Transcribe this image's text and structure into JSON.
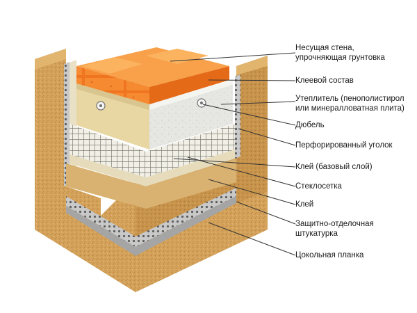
{
  "labels": [
    {
      "line1": "Несущая стена,",
      "line2": "упрочняющая грунтовка"
    },
    {
      "line1": "Клеевой состав",
      "line2": ""
    },
    {
      "line1": "Утеплитель (пенополистирол",
      "line2": "или минералловатная плита)"
    },
    {
      "line1": "Дюбель",
      "line2": ""
    },
    {
      "line1": "Перфорированный уголок",
      "line2": ""
    },
    {
      "line1": "Клей (базовый слой)",
      "line2": ""
    },
    {
      "line1": "Стеклосетка",
      "line2": ""
    },
    {
      "line1": "Клей",
      "line2": ""
    },
    {
      "line1": "Защитно-отделочная",
      "line2": "штукатурка"
    },
    {
      "line1": "Цокольная планка",
      "line2": ""
    }
  ],
  "colors": {
    "plaster": "#d4a25a",
    "plaster_dark": "#b98541",
    "brick": "#f2761e",
    "brick_light": "#f8a45a",
    "insulation_white": "#e8e8e4",
    "insulation_yellow": "#e9d9a9",
    "glue": "#d9cfb0",
    "mesh": "#8a8a80",
    "leader": "#333333"
  }
}
